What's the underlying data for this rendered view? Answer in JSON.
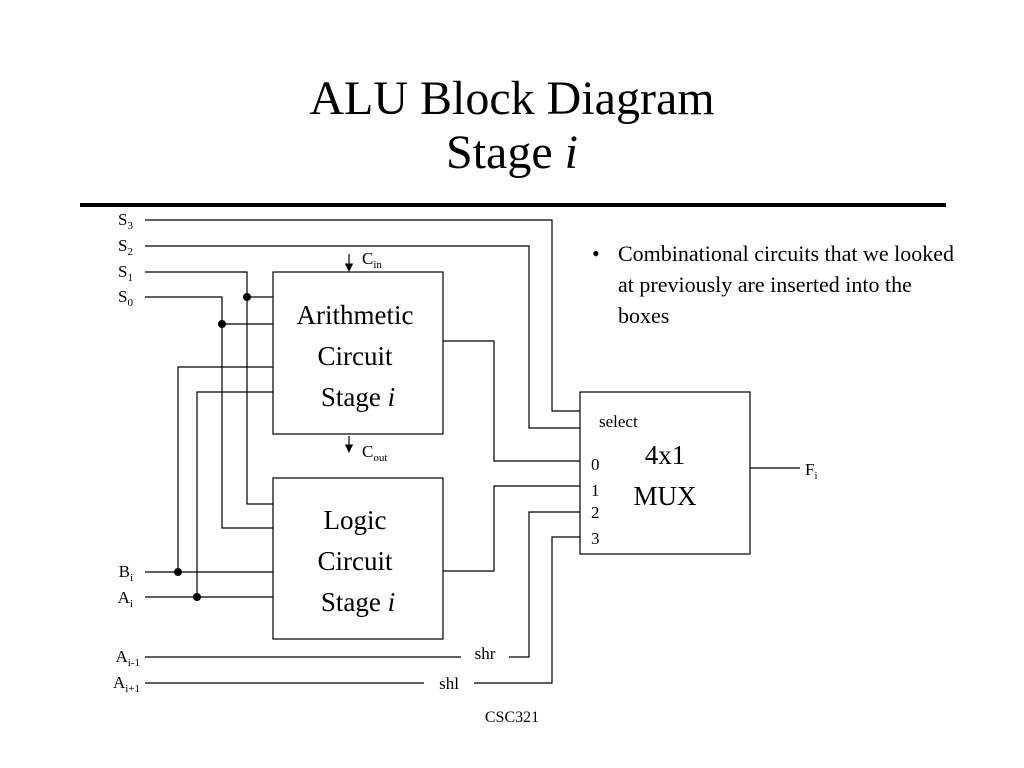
{
  "title": {
    "line1": "ALU Block Diagram",
    "line2_prefix": "Stage ",
    "line2_var": "i"
  },
  "bullet": {
    "mark": "•",
    "text": "Combinational circuits that we looked at previously are inserted into the boxes"
  },
  "inputs": {
    "s3": {
      "base": "S",
      "sub": "3"
    },
    "s2": {
      "base": "S",
      "sub": "2"
    },
    "s1": {
      "base": "S",
      "sub": "1"
    },
    "s0": {
      "base": "S",
      "sub": "0"
    },
    "bi": {
      "base": "B",
      "sub": "i"
    },
    "ai": {
      "base": "A",
      "sub": "i"
    },
    "ai_minus_1": {
      "base": "A",
      "sub": "i-1"
    },
    "ai_plus_1": {
      "base": "A",
      "sub": "i+1"
    }
  },
  "arithmetic": {
    "line1": "Arithmetic",
    "line2": "Circuit",
    "line3_prefix": "Stage ",
    "line3_var": "i"
  },
  "logic": {
    "line1": "Logic",
    "line2": "Circuit",
    "line3_prefix": "Stage ",
    "line3_var": "i"
  },
  "carry": {
    "cin": {
      "base": "C",
      "sub": "in"
    },
    "cout": {
      "base": "C",
      "sub": "out"
    }
  },
  "mux": {
    "line1": "4x1",
    "line2": "MUX",
    "select": "select",
    "inputs": [
      "0",
      "1",
      "2",
      "3"
    ]
  },
  "output": {
    "base": "F",
    "sub": "i"
  },
  "shift": {
    "shr": "shr",
    "shl": "shl"
  },
  "footer": "CSC321"
}
